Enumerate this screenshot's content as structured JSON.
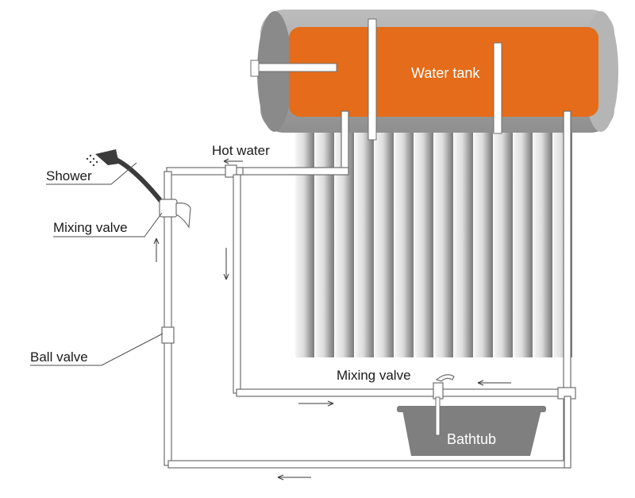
{
  "diagram": {
    "labels": {
      "water_tank": "Water tank",
      "hot_water": "Hot water",
      "shower": "Shower",
      "mixing_valve_top": "Mixing valve",
      "ball_valve": "Ball valve",
      "mixing_valve_bottom": "Mixing valve",
      "bathtub": "Bathtub"
    },
    "colors": {
      "tank_fill": "#e46c1a",
      "tank_shell": "#a9a9a9",
      "tube_dark": "#8c8c8c",
      "tube_light": "#f2f2f2",
      "bathtub": "#7f7f7f",
      "pipe_outline": "#6f6f6f"
    },
    "tube_count": 14,
    "icons": [
      "shower-head-icon",
      "mixing-valve-icon",
      "ball-valve-icon",
      "flow-arrow-icon"
    ]
  }
}
